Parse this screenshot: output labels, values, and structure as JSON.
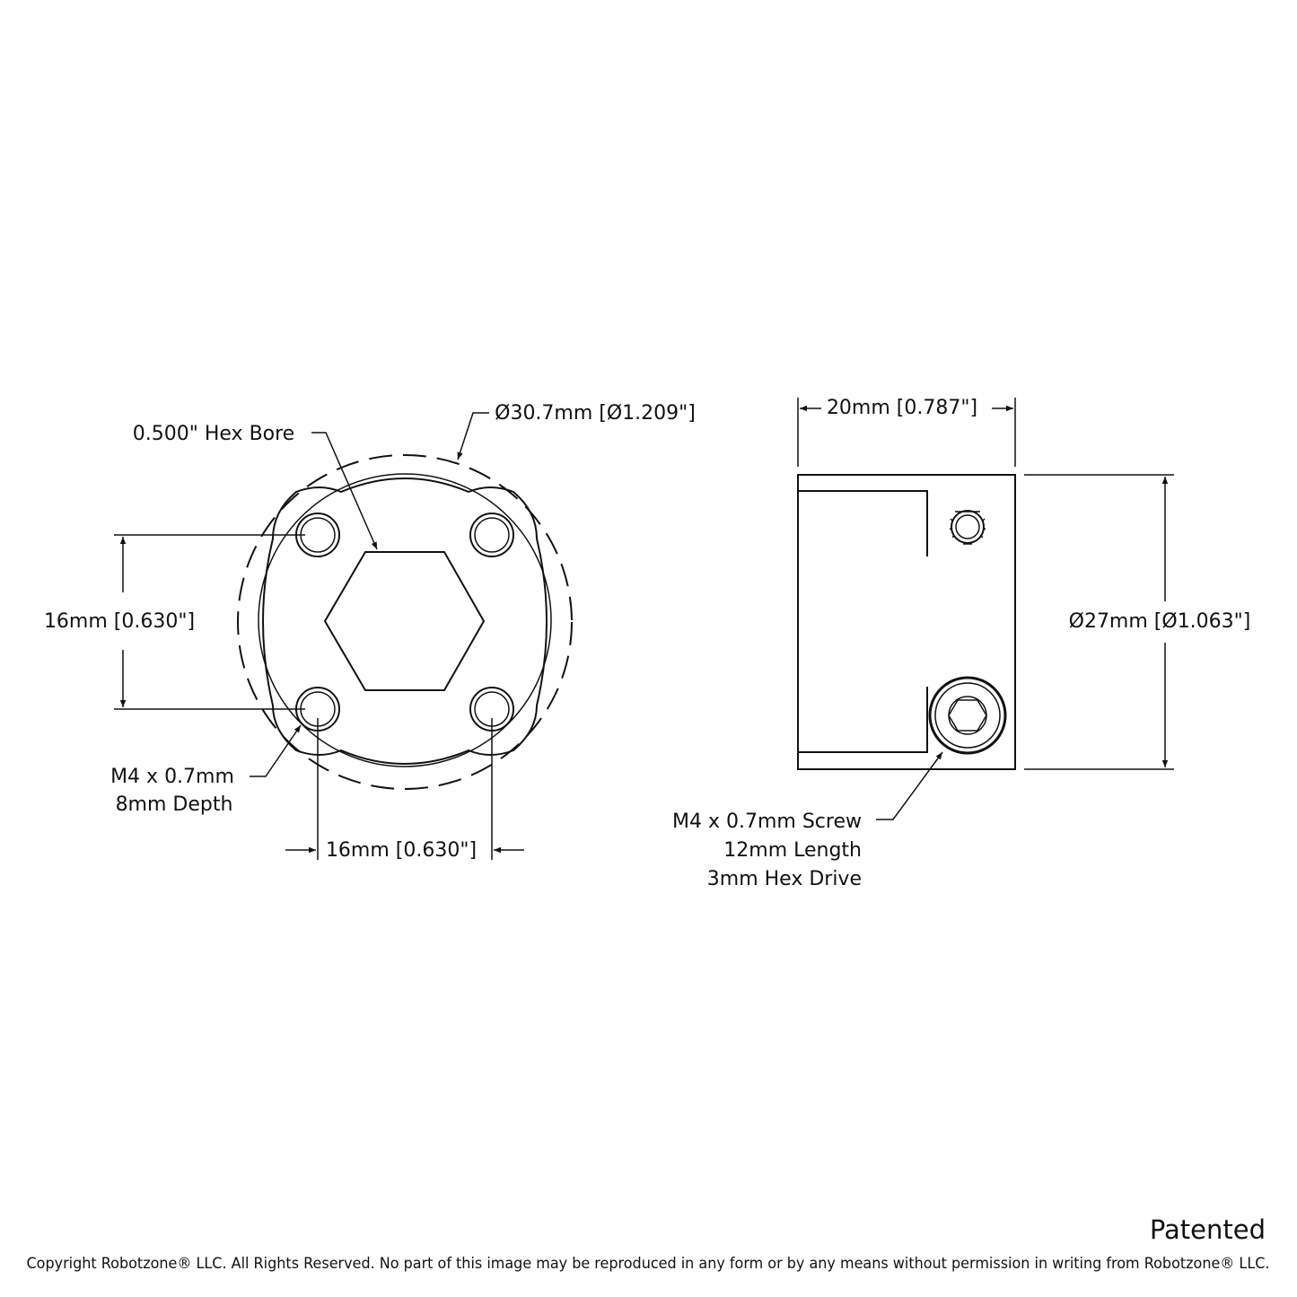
{
  "front_view": {
    "hex_bore_label": "0.500\" Hex Bore",
    "diameter_label": "Ø30.7mm [Ø1.209\"]",
    "vertical_spacing_label": "16mm [0.630\"]",
    "horizontal_spacing_label": "16mm [0.630\"]",
    "tapped_hole_label_line1": "M4 x 0.7mm",
    "tapped_hole_label_line2": "8mm Depth"
  },
  "side_view": {
    "width_label": "20mm [0.787\"]",
    "diameter_label": "Ø27mm [Ø1.063\"]",
    "screw_label_line1": "M4 x 0.7mm Screw",
    "screw_label_line2": "12mm Length",
    "screw_label_line3": "3mm Hex Drive"
  },
  "footer": {
    "patented": "Patented",
    "copyright": "Copyright Robotzone® LLC.  All Rights Reserved. No part of this image may be reproduced in any form or by any means without permission in writing from Robotzone® LLC."
  }
}
